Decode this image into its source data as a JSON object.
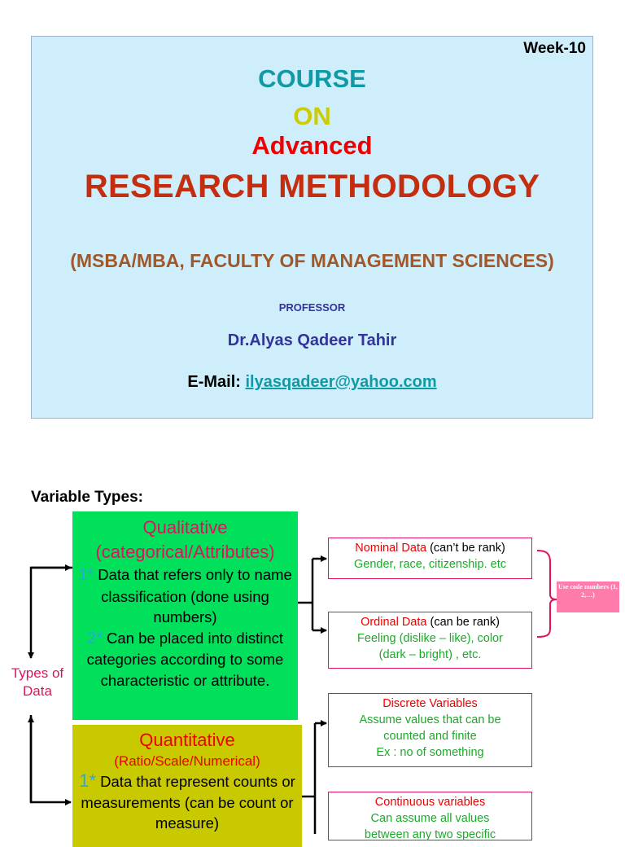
{
  "slide1": {
    "week": "Week-10",
    "line1": "COURSE",
    "line2": "ON",
    "line3": "Advanced",
    "line4": "RESEARCH METHODOLOGY",
    "line5": "(MSBA/MBA, FACULTY OF MANAGEMENT SCIENCES)",
    "professor_label": "PROFESSOR",
    "professor_name": "Dr.Alyas Qadeer Tahir",
    "email_label": "E-Mail:",
    "email_value": "ilyasqadeer@yahoo.com",
    "colors": {
      "background": "#cfeefc",
      "course": "#0f9aa6",
      "on": "#cccc00",
      "advanced": "#ee0000",
      "title": "#c42d0e",
      "subtitle": "#a0582b",
      "professor": "#333399"
    }
  },
  "slide2": {
    "title": "Variable Types:",
    "types_label": "Types of Data",
    "qualitative": {
      "heading1": "Qualitative",
      "heading2": "(categorical/Attributes)",
      "num1": "1*",
      "text1": "Data that refers only to name classification (done using numbers)",
      "num2": "2*",
      "text2": "Can be placed into distinct categories according to some characteristic or attribute."
    },
    "quantitative": {
      "heading": "Quantitative",
      "subheading": "(Ratio/Scale/Numerical)",
      "num1": "1*",
      "text1": "Data that represent counts or measurements (can be count or measure)"
    },
    "nominal": {
      "title": "Nominal Data",
      "note": "(can’t be rank)",
      "detail": "Gender, race, citizenship. etc"
    },
    "ordinal": {
      "title": "Ordinal Data",
      "note": "(can be rank)",
      "detail": "Feeling (dislike – like), color (dark – bright) , etc."
    },
    "discrete": {
      "title": "Discrete Variables",
      "line1": "Assume values that can be",
      "line2": "counted and finite",
      "line3": "Ex : no of something"
    },
    "continuous": {
      "title": "Continuous variables",
      "line1": "Can assume all values",
      "line2": "between any two specific"
    },
    "code_note": "Use code numbers (1, 2,…)",
    "colors": {
      "qualitative_bg": "#00e05a",
      "quantitative_bg": "#c9c900",
      "accent_pink": "#e0115f",
      "green_text": "#1fa82c",
      "red_text": "#ee0000",
      "note_bg": "#ff7bac"
    }
  }
}
